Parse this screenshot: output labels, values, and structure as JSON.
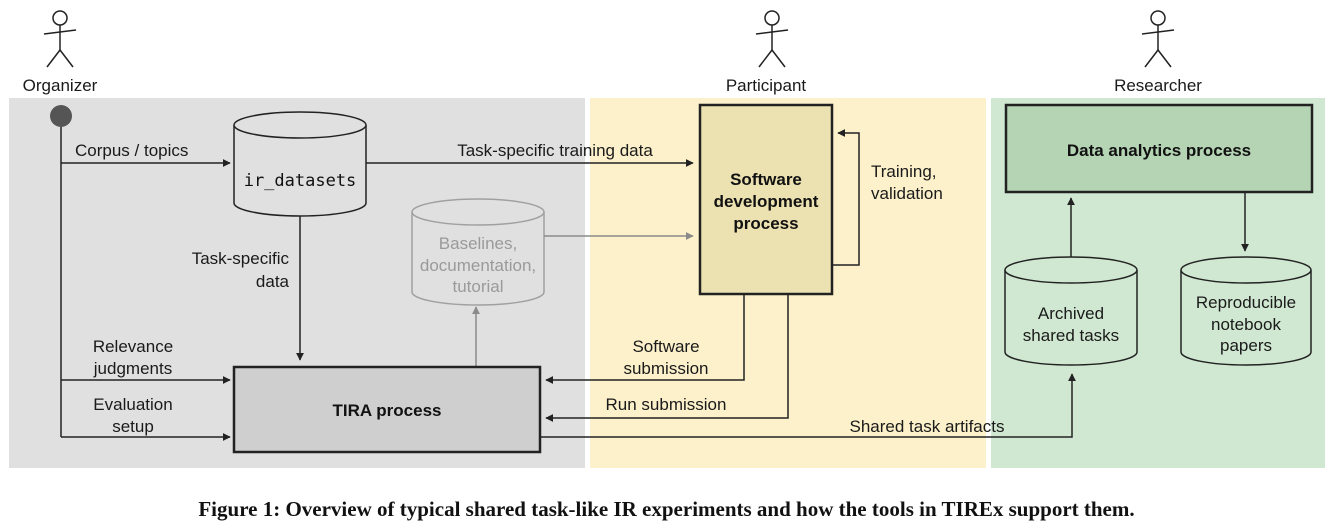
{
  "actors": {
    "organizer": "Organizer",
    "participant": "Participant",
    "researcher": "Researcher"
  },
  "nodes": {
    "ir_datasets": "ir_datasets",
    "baselines": [
      "Baselines,",
      "documentation,",
      "tutorial"
    ],
    "software_dev": [
      "Software",
      "development",
      "process"
    ],
    "tira": "TIRA process",
    "data_analytics": "Data analytics process",
    "archived": [
      "Archived",
      "shared tasks"
    ],
    "notebooks": [
      "Reproducible",
      "notebook",
      "papers"
    ]
  },
  "edges": {
    "corpus_topics": "Corpus / topics",
    "training_data": "Task-specific training data",
    "task_specific_data": [
      "Task-specific",
      "data"
    ],
    "relevance": [
      "Relevance",
      "judgments"
    ],
    "evaluation": [
      "Evaluation",
      "setup"
    ],
    "training_validation": [
      "Training,",
      "validation"
    ],
    "software_submission": [
      "Software",
      "submission"
    ],
    "run_submission": "Run submission",
    "shared_artifacts": "Shared task artifacts"
  },
  "colors": {
    "organizer_bg": "#e0e0e0",
    "participant_bg": "#fcf1cb",
    "researcher_bg": "#d0e8d1",
    "software_box": "#ece1b1",
    "analytics_box": "#b5d4b4",
    "tira_box": "#cfcfcf"
  },
  "caption": "Figure 1: Overview of typical shared task-like IR experiments and how the tools in TIREx support them."
}
